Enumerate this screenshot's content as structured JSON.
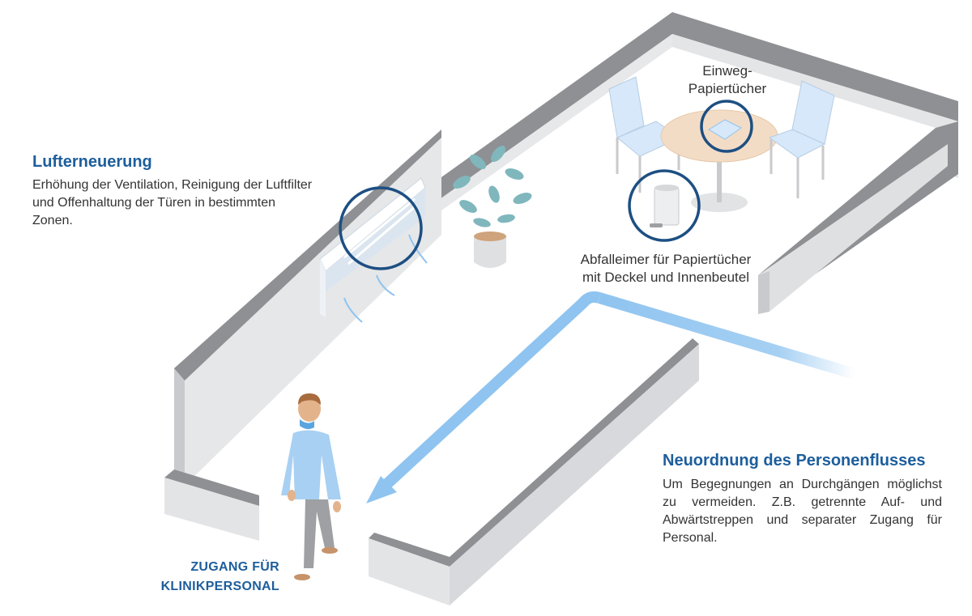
{
  "ventilation": {
    "title": "Lufterneuerung",
    "body": "Erhöhung der Ventilation, Reinigung der Luftfilter und Offenhaltung der Türen in bestimmten Zonen."
  },
  "tissues": {
    "label": "Einweg-Papiertücher"
  },
  "bin": {
    "label": "Abfalleimer für Papiertücher mit Deckel und Innenbeutel"
  },
  "flow": {
    "title": "Neuordnung des Personenflusses",
    "body": "Um Begegnungen an Durchgängen möglichst zu vermeiden. Z.B. getrennte Auf- und Abwärtstreppen und separater Zugang für Personal."
  },
  "staff_access": {
    "label": "ZUGANG FÜR KLINIKPERSONAL"
  },
  "colors": {
    "accent": "#1d5e9c",
    "wall_top": "#8e9093",
    "wall_face": "#e2e3e5",
    "arrow": "#8fc4f0"
  }
}
